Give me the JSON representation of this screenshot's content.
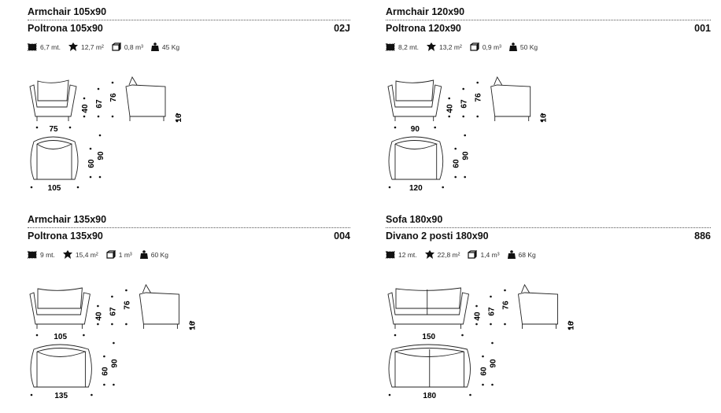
{
  "products": [
    {
      "title": "Armchair 105x90",
      "subtitle": "Poltrona 105x90",
      "code": "02J",
      "specs": {
        "fabric": "6,7 mt.",
        "leather": "12,7 m²",
        "volume": "0,8 m³",
        "weight": "45 Kg"
      },
      "dims": {
        "front_width": "75",
        "seat_height": "40",
        "arm_height": "67",
        "total_height": "76",
        "leg_height": "16",
        "seat_depth": "60",
        "total_depth": "90",
        "total_width": "105"
      },
      "front_cm": 75,
      "top_cm": 105
    },
    {
      "title": "Armchair 120x90",
      "subtitle": "Poltrona 120x90",
      "code": "001",
      "specs": {
        "fabric": "8,2 mt.",
        "leather": "13,2 m²",
        "volume": "0,9 m³",
        "weight": "50 Kg"
      },
      "dims": {
        "front_width": "90",
        "seat_height": "40",
        "arm_height": "67",
        "total_height": "76",
        "leg_height": "16",
        "seat_depth": "60",
        "total_depth": "90",
        "total_width": "120"
      },
      "front_cm": 90,
      "top_cm": 120
    },
    {
      "title": "Armchair 135x90",
      "subtitle": "Poltrona 135x90",
      "code": "004",
      "specs": {
        "fabric": "9 mt.",
        "leather": "15,4 m²",
        "volume": "1 m³",
        "weight": "60 Kg"
      },
      "dims": {
        "front_width": "105",
        "seat_height": "40",
        "arm_height": "67",
        "total_height": "76",
        "leg_height": "16",
        "seat_depth": "60",
        "total_depth": "90",
        "total_width": "135"
      },
      "front_cm": 105,
      "top_cm": 135
    },
    {
      "title": "Sofa 180x90",
      "subtitle": "Divano 2 posti 180x90",
      "code": "886",
      "specs": {
        "fabric": "12 mt.",
        "leather": "22,8 m²",
        "volume": "1,4 m³",
        "weight": "68 Kg"
      },
      "dims": {
        "front_width": "150",
        "seat_height": "40",
        "arm_height": "67",
        "total_height": "76",
        "leg_height": "16",
        "seat_depth": "60",
        "total_depth": "90",
        "total_width": "180"
      },
      "front_cm": 150,
      "top_cm": 180,
      "two_seat": true
    }
  ]
}
